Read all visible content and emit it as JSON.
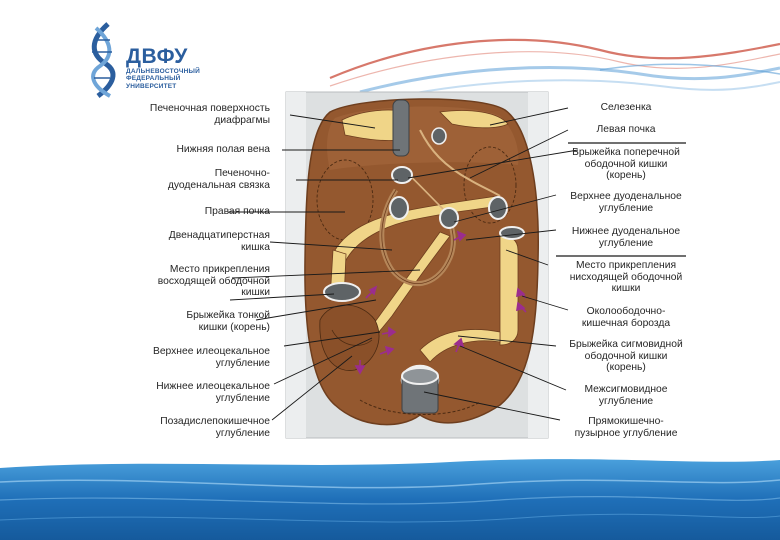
{
  "logo": {
    "title": "ДВФУ",
    "subtitle_lines": [
      "ДАЛЬНЕВОСТОЧНЫЙ",
      "ФЕДЕРАЛЬНЫЙ",
      "УНИВЕРСИТЕТ"
    ]
  },
  "colors": {
    "brand_blue": "#2b5e9e",
    "cavity_brown": "#94582f",
    "peritoneum_yellow": "#f0d588",
    "arrow_purple": "#9b2d8e",
    "wall_grey": "#d9dcdd",
    "wave_blue": "#2a7fc4"
  },
  "labels_left": [
    {
      "lines": [
        "Печеночная поверхность",
        "диафрагмы"
      ]
    },
    {
      "lines": [
        "Нижняя полая вена"
      ]
    },
    {
      "lines": [
        "Печеночно-",
        "дуоденальная связка"
      ]
    },
    {
      "lines": [
        "Правая почка"
      ]
    },
    {
      "lines": [
        "Двенадцатиперстная",
        "кишка"
      ]
    },
    {
      "lines": [
        "Место прикрепления",
        "восходящей ободочной",
        "кишки"
      ]
    },
    {
      "lines": [
        "Брыжейка тонкой",
        "кишки (корень)"
      ]
    },
    {
      "lines": [
        "Верхнее илеоцекальное",
        "углубление"
      ]
    },
    {
      "lines": [
        "Нижнее илеоцекальное",
        "углубление"
      ]
    },
    {
      "lines": [
        "Позадислепокишечное",
        "углубление"
      ]
    }
  ],
  "labels_right": [
    {
      "lines": [
        "Селезенка"
      ]
    },
    {
      "lines": [
        "Левая почка"
      ]
    },
    {
      "lines": [
        "Брыжейка поперечной",
        "ободочной кишки",
        "(корень)"
      ]
    },
    {
      "lines": [
        "Верхнее дуоденальное",
        "углубление"
      ]
    },
    {
      "lines": [
        "Нижнее дуоденальное",
        "углубление"
      ]
    },
    {
      "lines": [
        "Место прикрепления",
        "нисходящей ободочной",
        "кишки"
      ]
    },
    {
      "lines": [
        "Околоободочно-",
        "кишечная борозда"
      ]
    },
    {
      "lines": [
        "Брыжейка сигмовидной",
        "ободочной кишки",
        "(корень)"
      ]
    },
    {
      "lines": [
        "Межсигмовидное",
        "углубление"
      ]
    },
    {
      "lines": [
        "Прямокишечно-",
        "пузырное углубление"
      ]
    }
  ]
}
